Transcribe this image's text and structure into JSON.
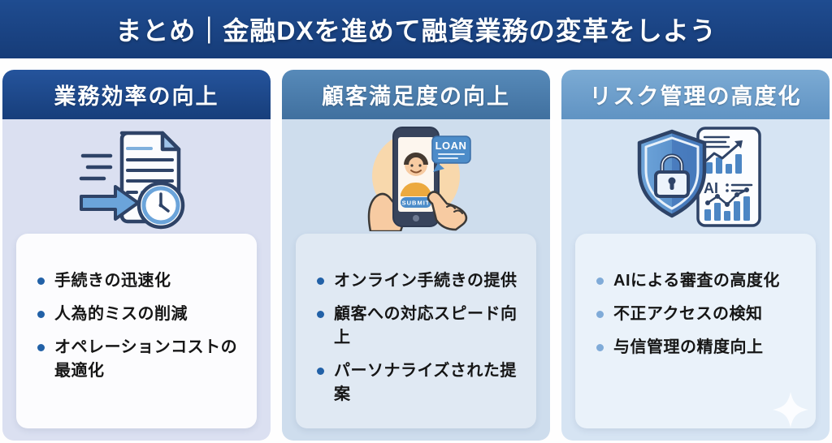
{
  "banner": {
    "title": "まとめ｜金融DXを進めて融資業務の変革をしよう"
  },
  "columns": [
    {
      "header": "業務効率の向上",
      "icon": "document-clock-icon",
      "bullets": [
        "手続きの迅速化",
        "人為的ミスの削減",
        "オペレーションコストの最適化"
      ]
    },
    {
      "header": "顧客満足度の向上",
      "icon": "loan-app-phone-icon",
      "phone_labels": {
        "loan": "LOAN",
        "submit": "SUBMIT"
      },
      "bullets": [
        "オンライン手続きの提供",
        "顧客への対応スピード向上",
        "パーソナライズされた提案"
      ]
    },
    {
      "header": "リスク管理の高度化",
      "icon": "shield-ai-analytics-icon",
      "ai_label": "AI",
      "bullets": [
        "AIによる審査の高度化",
        "不正アクセスの検知",
        "与信管理の精度向上"
      ]
    }
  ],
  "colors": {
    "banner_bg": "#1a4383",
    "header1_bg": "#1d4889",
    "header2_bg": "#4b7dac",
    "header3_bg": "#6e9fcb",
    "column1_bg": "#dbe0f1",
    "column2_bg": "#cedded",
    "column3_bg": "#d6e4f3",
    "card1_bg": "#fcfcfe",
    "card2_bg": "#e0e9f3",
    "card3_bg": "#eaf2fa",
    "bullet_dark": "#2261a7",
    "bullet_light": "#80abd8",
    "outline_navy": "#2e4367",
    "accent_blue": "#4c8cc9",
    "peach": "#f8d8ac"
  }
}
